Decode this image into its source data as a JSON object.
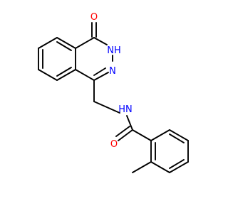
{
  "molecule": {
    "atoms": {
      "oxygen_top": {
        "label": "O"
      },
      "nh_ring": {
        "label": "H",
        "subscript_label": "N"
      },
      "n_ring": {
        "label": "N"
      },
      "nh_amide": {
        "label": "H",
        "subscript_label": "N"
      },
      "oxygen_amide": {
        "label": "O"
      }
    },
    "colors": {
      "bond": "#000000",
      "oxygen": "#ff0000",
      "nitrogen": "#0000ff"
    }
  }
}
